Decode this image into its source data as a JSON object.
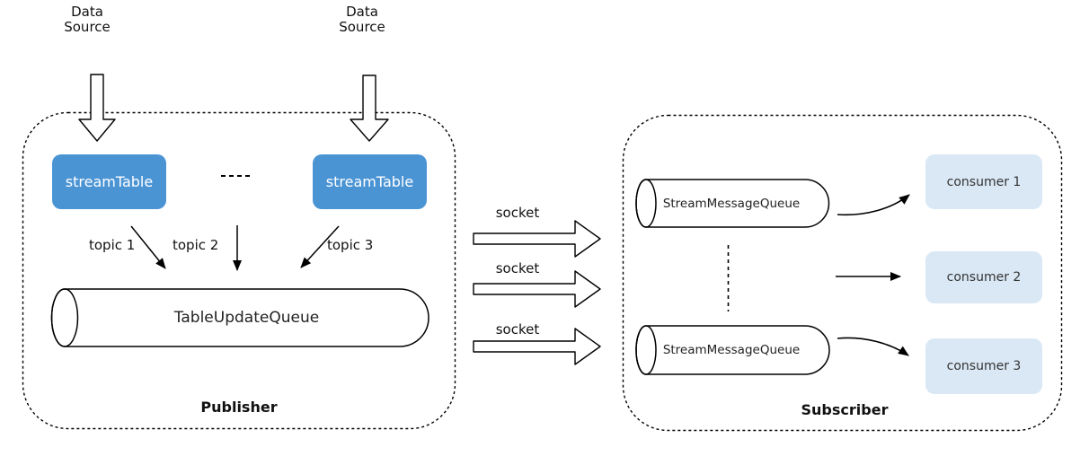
{
  "data_sources": [
    {
      "label": "Data\nSource"
    },
    {
      "label": "Data\nSource"
    }
  ],
  "publisher": {
    "title": "Publisher",
    "stream_tables": [
      {
        "label": "streamTable"
      },
      {
        "label": "streamTable"
      }
    ],
    "topics": [
      {
        "label": "topic 1"
      },
      {
        "label": "topic 2"
      },
      {
        "label": "topic 3"
      }
    ],
    "queue": {
      "label": "TableUpdateQueue"
    }
  },
  "sockets": [
    {
      "label": "socket"
    },
    {
      "label": "socket"
    },
    {
      "label": "socket"
    }
  ],
  "subscriber": {
    "title": "Subscriber",
    "queues": [
      {
        "label": "StreamMessageQueue"
      },
      {
        "label": "StreamMessageQueue"
      }
    ],
    "consumers": [
      {
        "label": "consumer 1"
      },
      {
        "label": "consumer 2"
      },
      {
        "label": "consumer 3"
      }
    ]
  },
  "colors": {
    "stream_table_fill": "#4b94d4",
    "stream_table_text": "#ffffff",
    "consumer_fill": "#dae8f5",
    "consumer_text": "#333333",
    "stroke": "#000000",
    "background": "#ffffff"
  }
}
